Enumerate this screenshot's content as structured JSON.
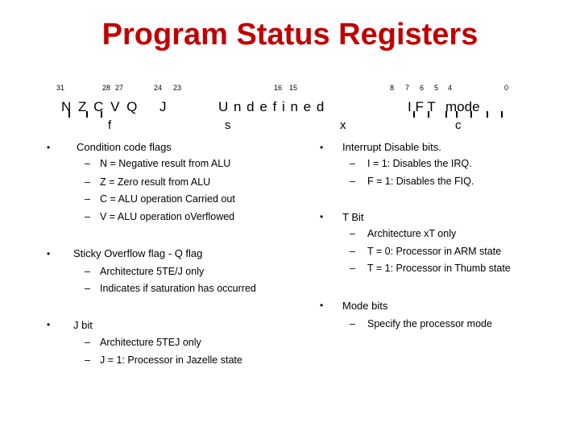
{
  "title": "Program Status Registers",
  "bit_numbers": [
    "31",
    "28",
    "27",
    "24",
    "23",
    "16",
    "15",
    "8",
    "7",
    "6",
    "5",
    "4",
    "0"
  ],
  "register": {
    "flags": "N Z C V Q",
    "j": "J",
    "undefined": "U n d e f i n e d",
    "ift": "I F T",
    "mode": "mode"
  },
  "fields": {
    "f": "f",
    "s": "s",
    "x": "x",
    "c": "c"
  },
  "left": {
    "condition": {
      "heading": "Condition code flags",
      "items": [
        "N = Negative result from ALU",
        "Z = Zero result from ALU",
        "C = ALU operation Carried out",
        "V = ALU operation oVerflowed"
      ]
    },
    "sticky": {
      "heading": "Sticky Overflow flag - Q flag",
      "items": [
        "Architecture 5TE/J only",
        "Indicates if saturation has occurred"
      ]
    },
    "jbit": {
      "heading": "J bit",
      "items": [
        "Architecture 5TEJ only",
        "J = 1: Processor in Jazelle state"
      ]
    }
  },
  "right": {
    "interrupt": {
      "heading": "Interrupt Disable bits.",
      "items": [
        "I = 1: Disables the IRQ.",
        "F = 1: Disables the FIQ."
      ]
    },
    "tbit": {
      "heading": "T Bit",
      "items": [
        "Architecture xT only",
        "T = 0: Processor in ARM state",
        "T = 1: Processor in Thumb state"
      ]
    },
    "mode": {
      "heading": "Mode bits",
      "items": [
        "Specify the processor mode"
      ]
    }
  },
  "symbols": {
    "bullet": "•",
    "dash": "–"
  },
  "colors": {
    "title": "#c00000",
    "highlight": "#f2f2f2"
  }
}
